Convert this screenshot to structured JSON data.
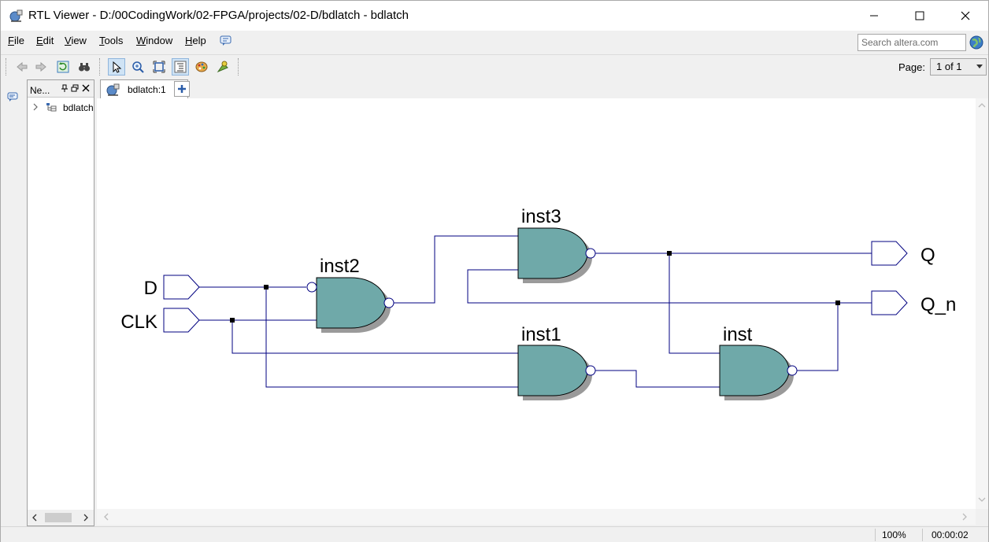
{
  "window": {
    "title": "RTL Viewer - D:/00CodingWork/02-FPGA/projects/02-D/bdlatch - bdlatch"
  },
  "menu": {
    "file": {
      "pre": "",
      "key": "F",
      "post": "ile"
    },
    "edit": {
      "pre": "",
      "key": "E",
      "post": "dit"
    },
    "view": {
      "pre": "",
      "key": "V",
      "post": "iew"
    },
    "tools": {
      "pre": "",
      "key": "T",
      "post": "ools"
    },
    "window": {
      "pre": "",
      "key": "W",
      "post": "indow"
    },
    "help": {
      "pre": "",
      "key": "H",
      "post": "elp"
    }
  },
  "search": {
    "placeholder": "Search altera.com"
  },
  "toolbar": {
    "page_label": "Page:",
    "page_value": "1 of 1"
  },
  "navigator": {
    "title": "Ne...",
    "tree_root": "bdlatch"
  },
  "tabs": {
    "active": "bdlatch:1"
  },
  "schematic": {
    "inputs": [
      "D",
      "CLK"
    ],
    "outputs": [
      "Q",
      "Q_n"
    ],
    "gates": [
      "inst2",
      "inst3",
      "inst1",
      "inst"
    ],
    "gate_color": "#6fa9a9",
    "wire_color": "#000080",
    "pin_color": "#000080"
  },
  "status": {
    "zoom": "100%",
    "time": "00:00:02"
  }
}
